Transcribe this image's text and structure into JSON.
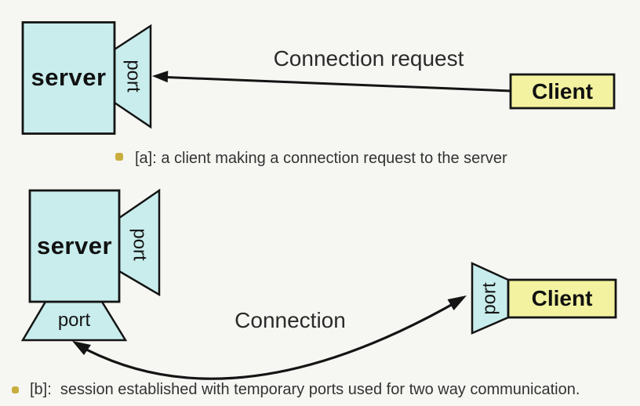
{
  "colors": {
    "node_fill": "#c9eded",
    "client_fill": "#f2f2a0",
    "background": "#f6f6f3",
    "line": "#141414",
    "bullet": "#c9ae3e"
  },
  "diagram_a": {
    "server_label": "server",
    "port_label": "port",
    "client_label": "Client",
    "arrow_label": "Connection request",
    "caption": "[a]: a client making a connection request to the server"
  },
  "diagram_b": {
    "server_label": "server",
    "side_port_label": "port",
    "bottom_port_label": "port",
    "client_port_label": "port",
    "client_label": "Client",
    "arrow_label": "Connection",
    "caption": "[b]:  session established with temporary ports used for two way communication."
  }
}
